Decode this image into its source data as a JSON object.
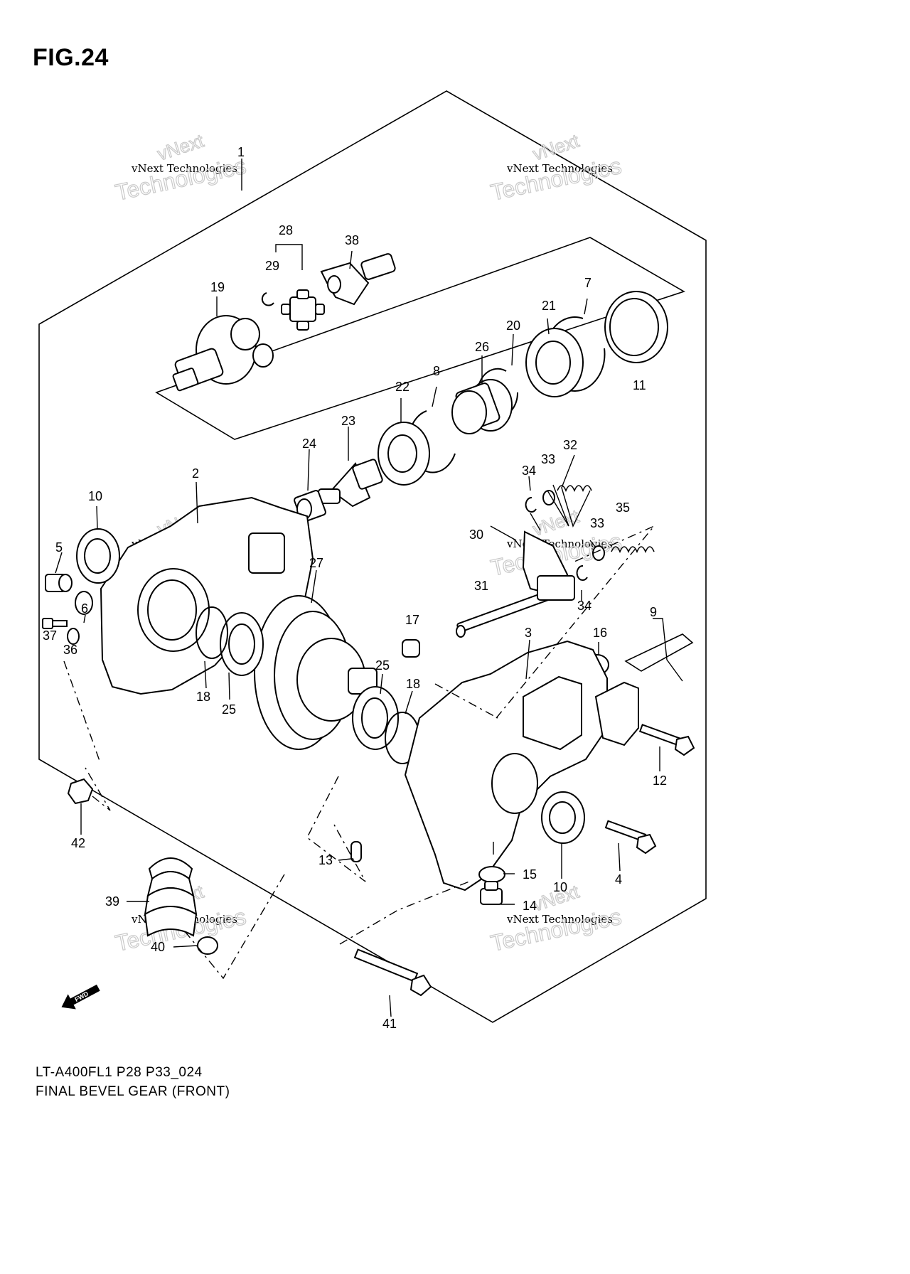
{
  "figure_title": "FIG.24",
  "model_code": "LT-A400FL1 P28 P33_024",
  "diagram_name": "FINAL BEVEL GEAR (FRONT)",
  "watermark": {
    "small": "vNext Technologies",
    "big": "Technologies",
    "next": "vNext"
  },
  "fwd_label": "FWD",
  "callouts": [
    "1",
    "2",
    "3",
    "4",
    "5",
    "6",
    "7",
    "8",
    "9",
    "10",
    "10",
    "11",
    "12",
    "13",
    "14",
    "15",
    "16",
    "17",
    "18",
    "18",
    "19",
    "20",
    "21",
    "22",
    "23",
    "24",
    "25",
    "25",
    "26",
    "27",
    "28",
    "29",
    "30",
    "31",
    "32",
    "33",
    "33",
    "34",
    "34",
    "35",
    "36",
    "37",
    "38",
    "39",
    "40",
    "41",
    "42"
  ],
  "colors": {
    "line": "#000000",
    "watermark": "#c9c9c9",
    "background": "#ffffff"
  }
}
